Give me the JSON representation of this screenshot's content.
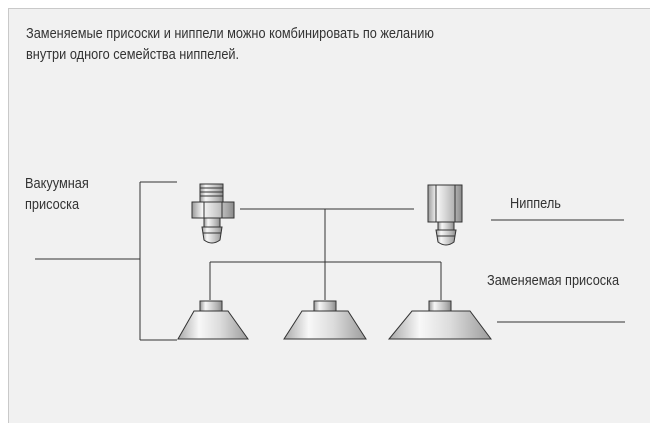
{
  "caption": {
    "line1": "Заменяемые присоски и ниппели можно комбинировать по желанию",
    "line2": "внутри одного семейства ниппелей."
  },
  "labels": {
    "vacuum_cup_line1": "Вакуумная",
    "vacuum_cup_line2": "присоска",
    "nipple": "Ниппель",
    "replaceable_cup": "Заменяемая присоска"
  },
  "colors": {
    "panel_background": "#f1f1f1",
    "line": "#333333",
    "metal_light": "#f5f5f5",
    "metal_dark": "#8a8a8a"
  }
}
